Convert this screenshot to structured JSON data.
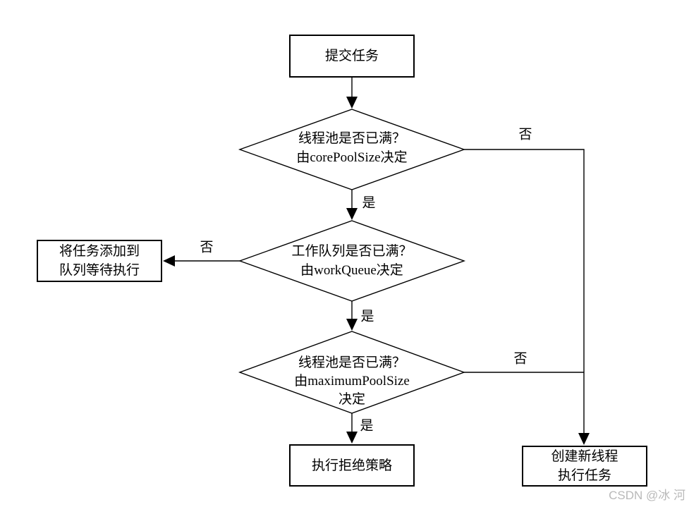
{
  "nodes": {
    "start": {
      "label": "提交任务"
    },
    "decision_core": {
      "line1": "线程池是否已满？",
      "line2": "由corePoolSize决定"
    },
    "decision_queue": {
      "line1": "工作队列是否已满？",
      "line2": "由workQueue决定"
    },
    "decision_max": {
      "line1": "线程池是否已满？",
      "line2": "由maximumPoolSize",
      "line3": "决定"
    },
    "add_to_queue": {
      "line1": "将任务添加到",
      "line2": "队列等待执行"
    },
    "reject": {
      "label": "执行拒绝策略"
    },
    "create_thread": {
      "line1": "创建新线程",
      "line2": "执行任务"
    }
  },
  "edge_labels": {
    "core_no": "否",
    "core_yes": "是",
    "queue_no": "否",
    "queue_yes": "是",
    "max_no": "否",
    "max_yes": "是"
  },
  "watermark": "CSDN @冰 河",
  "colors": {
    "stroke": "#000000",
    "background": "#ffffff",
    "watermark": "#b9b9b9"
  }
}
